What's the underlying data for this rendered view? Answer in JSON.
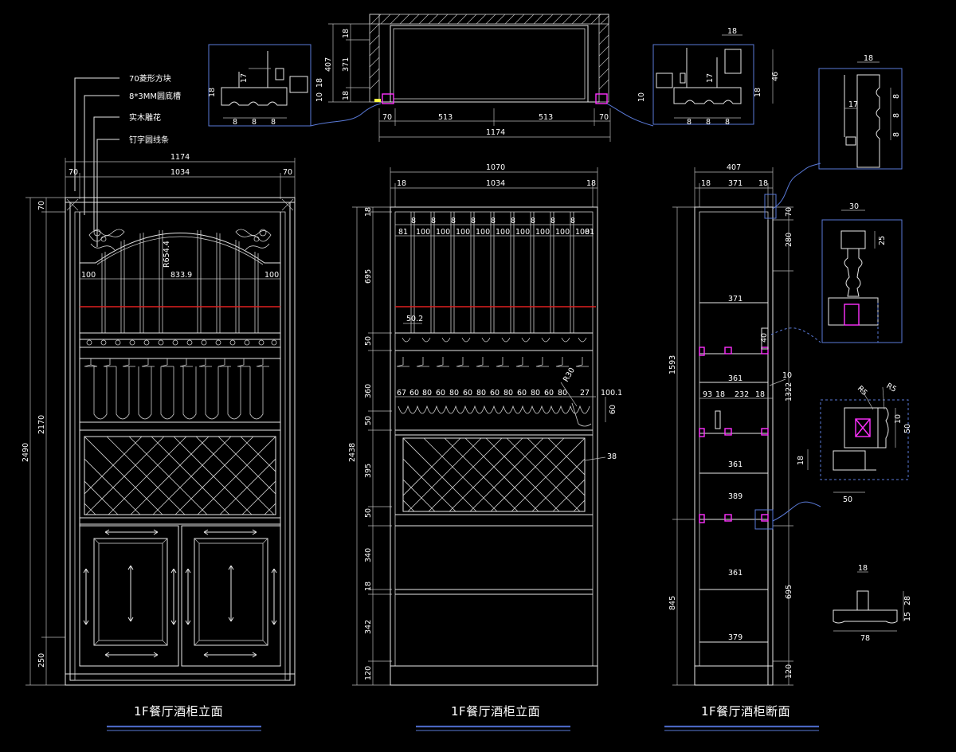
{
  "drawing": {
    "titles": [
      "1F餐厅酒柜立面",
      "1F餐厅酒柜立面",
      "1F餐厅酒柜断面"
    ],
    "leader_labels": [
      "70菱形方块",
      "8*3MM圆底槽",
      "实木雕花",
      "钉字圆线条"
    ],
    "elevation_a": {
      "overall_width": "1174",
      "side_left": "70",
      "inner_width": "1034",
      "side_right": "70",
      "overall_height": "2490",
      "body_height": "2170",
      "plinth_height": "250",
      "top_height": "70",
      "arch_radius": "R654.4",
      "arch_span": "833.9",
      "arch_left": "100",
      "arch_right": "100"
    },
    "elevation_b": {
      "overall_width": "1070",
      "side_left": "18",
      "inner_width": "1034",
      "side_right": "18",
      "overall_height": "2438",
      "heights": [
        "18",
        "695",
        "50",
        "360",
        "50",
        "395",
        "50",
        "340",
        "18",
        "342",
        "120"
      ],
      "slat_row": [
        "81",
        "100",
        "100",
        "100",
        "100",
        "100",
        "100",
        "100",
        "100",
        "100",
        "81"
      ],
      "slat_gap": [
        "8",
        "8",
        "8",
        "8",
        "8",
        "8",
        "8",
        "8",
        "8"
      ],
      "rail_note": "50.2",
      "glass_row": [
        "67",
        "60",
        "80",
        "60",
        "80",
        "60",
        "80",
        "60",
        "80",
        "60",
        "80",
        "60",
        "80"
      ],
      "glass_end": [
        "27",
        "100.1"
      ],
      "glass_radius": "R30",
      "glass_depth": "60",
      "lattice_bar": "38"
    },
    "section": {
      "overall_depth": "407",
      "side_left": "18",
      "inner_depth": "371",
      "side_right": "18",
      "left_total": "1593",
      "left_lower": "845",
      "right_top": "70",
      "right_mid": "280",
      "right_middle": "1322",
      "right_lower": "695",
      "right_base": "120",
      "shelf_widths": [
        "371",
        "361",
        "361",
        "389",
        "361",
        "379"
      ],
      "mid_row": [
        "93",
        "18",
        "232",
        "18"
      ],
      "mid_note": "10",
      "small_note": "40"
    },
    "plan": {
      "depth": "407",
      "depth_parts": [
        "18",
        "371",
        "18"
      ],
      "width_parts": [
        "70",
        "513",
        "513",
        "70"
      ],
      "overall_width": "1174"
    },
    "details": {
      "left_molding": [
        "17",
        "18",
        "10",
        "18",
        "8",
        "8",
        "8"
      ],
      "right_molding": [
        "18",
        "17",
        "46",
        "18",
        "10",
        "8",
        "8",
        "8"
      ],
      "side_molding": [
        "18",
        "17",
        "8",
        "8",
        "8"
      ],
      "baluster": [
        "30",
        "25"
      ],
      "rail_profile": [
        "R5",
        "R5",
        "10",
        "50",
        "18",
        "50"
      ],
      "foot": [
        "18",
        "28",
        "15",
        "78"
      ]
    }
  }
}
